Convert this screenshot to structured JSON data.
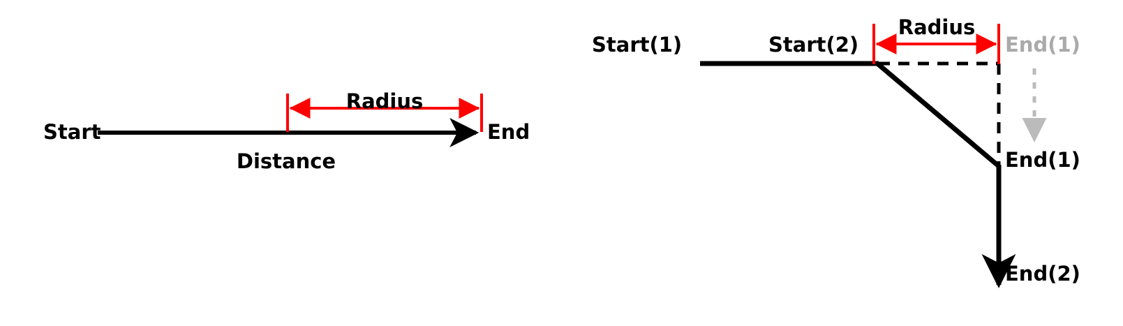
{
  "figure": {
    "background_color": "#ffffff",
    "line_color": "#000000",
    "accent_color": "#ff0000",
    "muted_color": "#aaaaaa"
  },
  "left_panel": {
    "name": "single-segment-radius-diagram",
    "labels": {
      "start": "Start",
      "end": "End",
      "radius": "Radius",
      "distance": "Distance"
    }
  },
  "right_panel": {
    "name": "two-segment-fillet-radius-diagram",
    "labels": {
      "start_1": "Start(1)",
      "start_2": "Start(2)",
      "radius": "Radius",
      "end_1_ghost": "End(1)",
      "end_1": "End(1)",
      "end_2": "End(2)"
    }
  }
}
